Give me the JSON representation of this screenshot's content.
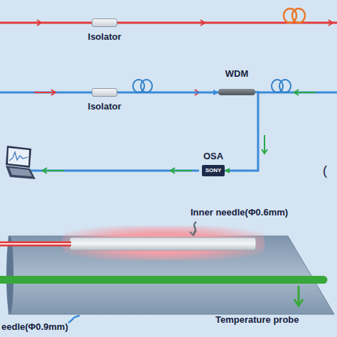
{
  "diagram": {
    "nodes": [
      {
        "text": [
          "Isolator"
        ]
      },
      {
        "text": [
          "Isolator"
        ]
      },
      {
        "text": [
          "WDM"
        ]
      },
      {
        "text": [
          "OSA",
          "SONY"
        ]
      }
    ],
    "edges": [
      {
        "from": 1,
        "to": 2,
        "arrow": "to"
      },
      {
        "from": 2,
        "to": 3,
        "arrow": "to"
      }
    ],
    "labels": [
      "Inner needle(Φ0.6mm)",
      "Temperature probe",
      "eedle(Φ0.9mm)",
      "("
    ]
  }
}
